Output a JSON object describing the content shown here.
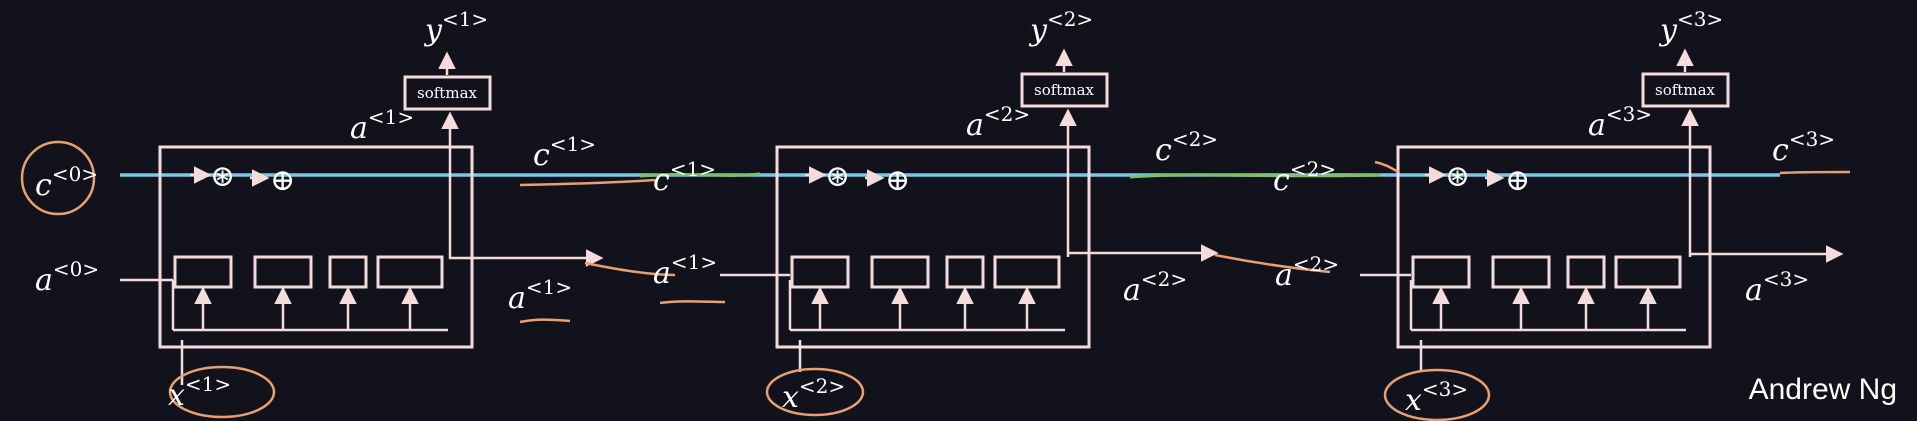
{
  "cells": [
    {
      "y_label": "y",
      "y_sup": "<1>",
      "a_out": "a",
      "a_out_sup": "<1>",
      "c_out": "c",
      "c_out_sup": "<1>",
      "x": "x",
      "x_sup": "<1>",
      "a_next": "a",
      "a_next_sup": "<1>",
      "c_next": "c",
      "c_next_sup": "<1>",
      "a_below": "a",
      "a_below_sup": "<1>"
    },
    {
      "y_label": "y",
      "y_sup": "<2>",
      "a_out": "a",
      "a_out_sup": "<2>",
      "c_out": "c",
      "c_out_sup": "<2>",
      "x": "x",
      "x_sup": "<2>",
      "a_next": "a",
      "a_next_sup": "<2>",
      "c_next": "c",
      "c_next_sup": "<2>",
      "a_below": "a",
      "a_below_sup": "<2>"
    },
    {
      "y_label": "y",
      "y_sup": "<3>",
      "a_out": "a",
      "a_out_sup": "<3>",
      "c_out": "c",
      "c_out_sup": "<3>",
      "x": "x",
      "x_sup": "<3>",
      "a_below": "a",
      "a_below_sup": "<3>"
    }
  ],
  "inputs": {
    "c0": "c",
    "c0_sup": "<0>",
    "a0": "a",
    "a0_sup": "<0>"
  },
  "softmax_label": "softmax",
  "gate_symbols": {
    "mult": "⊛",
    "add": "⊕"
  },
  "credit": "Andrew Ng",
  "colors": {
    "background": "#12121c",
    "box": "#f4dcdc",
    "cell_state_line": "#7cc6e8",
    "annotation": "#e8a070",
    "green_trace": "#7fbf6a"
  }
}
